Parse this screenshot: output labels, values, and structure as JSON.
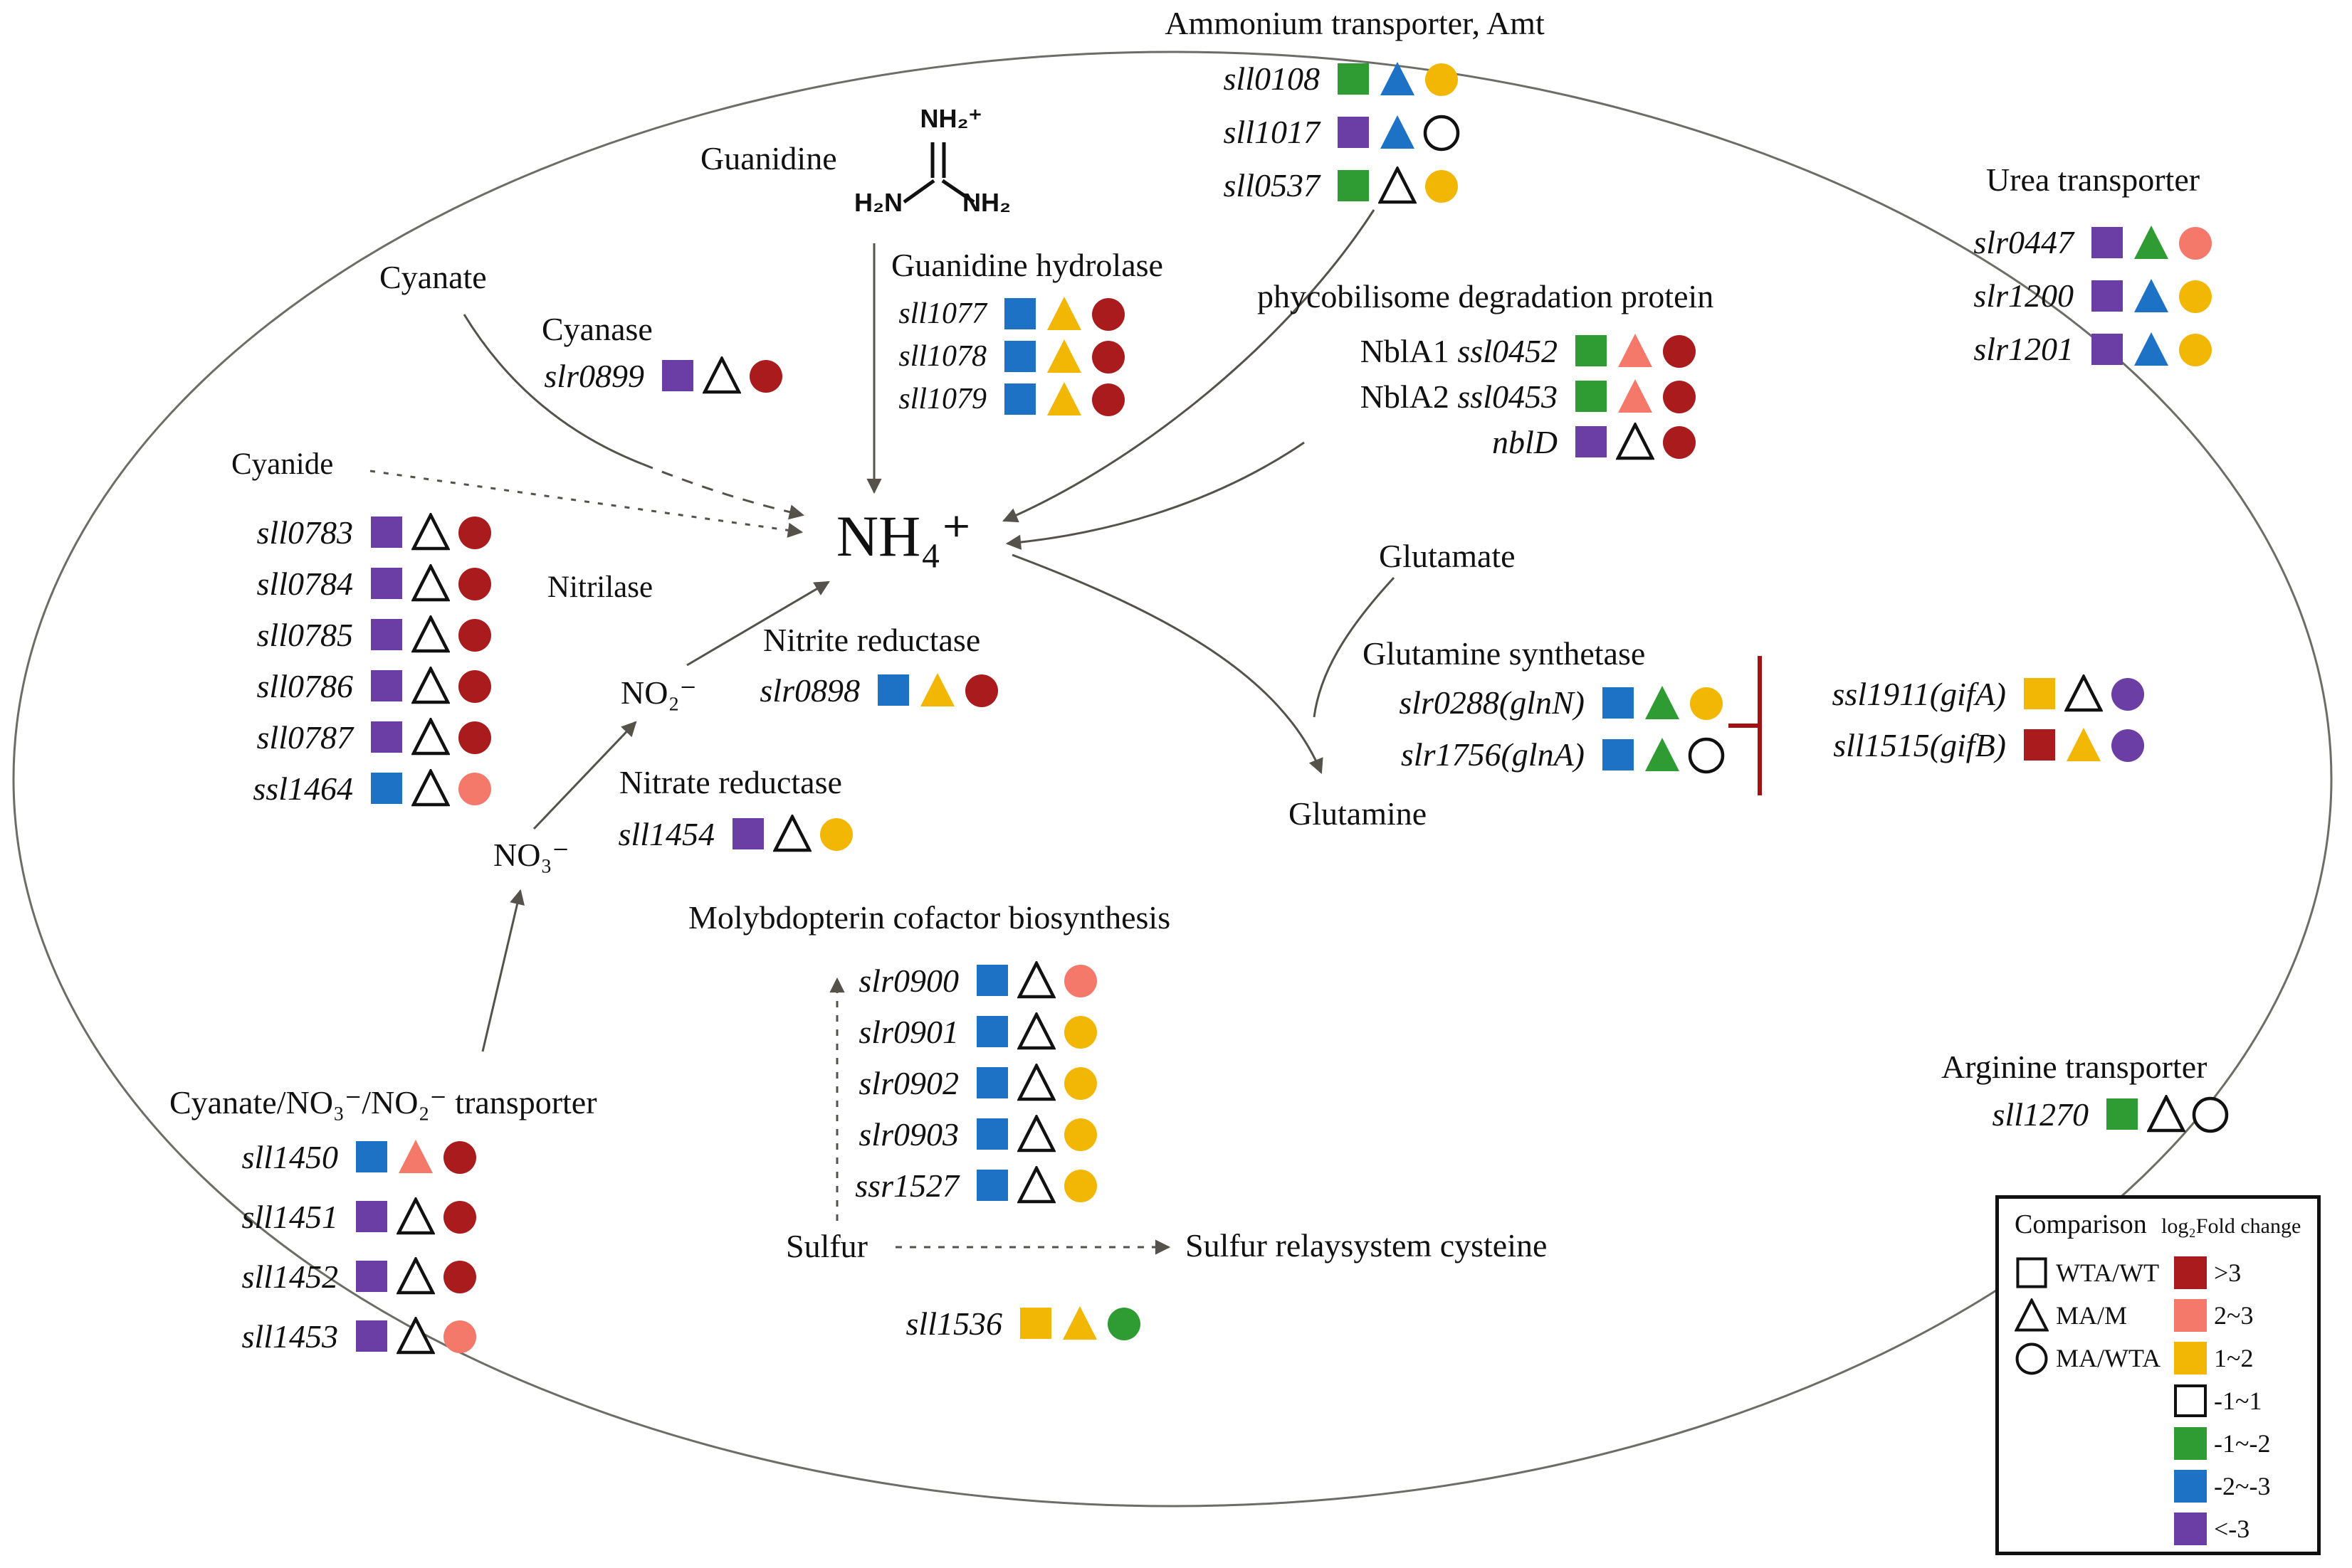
{
  "figure_title": "Nitrogen assimilation pathway map",
  "colors": {
    "red": "#A91B1C",
    "salmon": "#F4796B",
    "yellow": "#F2B705",
    "green": "#2E9B33",
    "blue": "#1D72C6",
    "purple": "#6B3EA5",
    "white": "#FFFFFF",
    "outline": "#111111",
    "arrow": "#55524C",
    "bracket": "#A21215"
  },
  "nh4_label": "NH₄⁺",
  "labels": {
    "guanidine": "Guanidine",
    "cyanate": "Cyanate",
    "cyanide": "Cyanide",
    "nitrilase": "Nitrilase",
    "no2": "NO₂⁻",
    "no3": "NO₃⁻",
    "glutamate": "Glutamate",
    "glutamine": "Glutamine",
    "sulfur": "Sulfur",
    "sulfur_relay": "Sulfur relaysystem cysteine",
    "chem": {
      "top": "NH₂⁺",
      "left": "H₂N",
      "right": "NH₂"
    }
  },
  "groups": {
    "amt": {
      "title": "Ammonium transporter, Amt",
      "rows": [
        {
          "gene": "sll0108",
          "s": "green",
          "t": "blue",
          "c": "yellow"
        },
        {
          "gene": "sll1017",
          "s": "purple",
          "t": "blue",
          "c": "white"
        },
        {
          "gene": "sll0537",
          "s": "green",
          "t": "white",
          "c": "yellow"
        }
      ]
    },
    "urea": {
      "title": "Urea transporter",
      "rows": [
        {
          "gene": "slr0447",
          "s": "purple",
          "t": "green",
          "c": "salmon"
        },
        {
          "gene": "slr1200",
          "s": "purple",
          "t": "blue",
          "c": "yellow"
        },
        {
          "gene": "slr1201",
          "s": "purple",
          "t": "blue",
          "c": "yellow"
        }
      ]
    },
    "guanidine_hydrolase": {
      "title": "Guanidine hydrolase",
      "rows": [
        {
          "gene": "sll1077",
          "s": "blue",
          "t": "yellow",
          "c": "red"
        },
        {
          "gene": "sll1078",
          "s": "blue",
          "t": "yellow",
          "c": "red"
        },
        {
          "gene": "sll1079",
          "s": "blue",
          "t": "yellow",
          "c": "red"
        }
      ]
    },
    "cyanase": {
      "title": "Cyanase",
      "rows": [
        {
          "gene": "slr0899",
          "s": "purple",
          "t": "white",
          "c": "red"
        }
      ]
    },
    "phyco": {
      "title": "phycobilisome degradation protein",
      "rows": [
        {
          "prefix": "NblA1 ",
          "gene": "ssl0452",
          "s": "green",
          "t": "salmon",
          "c": "red"
        },
        {
          "prefix": "NblA2 ",
          "gene": "ssl0453",
          "s": "green",
          "t": "salmon",
          "c": "red"
        },
        {
          "gene": "nblD",
          "s": "purple",
          "t": "white",
          "c": "red"
        }
      ]
    },
    "nitrilase": {
      "title": "",
      "rows": [
        {
          "gene": "sll0783",
          "s": "purple",
          "t": "white",
          "c": "red"
        },
        {
          "gene": "sll0784",
          "s": "purple",
          "t": "white",
          "c": "red"
        },
        {
          "gene": "sll0785",
          "s": "purple",
          "t": "white",
          "c": "red"
        },
        {
          "gene": "sll0786",
          "s": "purple",
          "t": "white",
          "c": "red"
        },
        {
          "gene": "sll0787",
          "s": "purple",
          "t": "white",
          "c": "red"
        },
        {
          "gene": "ssl1464",
          "s": "blue",
          "t": "white",
          "c": "salmon"
        }
      ]
    },
    "nitrite_reductase": {
      "title": "Nitrite reductase",
      "rows": [
        {
          "gene": "slr0898",
          "s": "blue",
          "t": "yellow",
          "c": "red"
        }
      ]
    },
    "nitrate_reductase": {
      "title": "Nitrate reductase",
      "rows": [
        {
          "gene": "sll1454",
          "s": "purple",
          "t": "white",
          "c": "yellow"
        }
      ]
    },
    "gln_synthetase": {
      "title": "Glutamine synthetase",
      "rows": [
        {
          "gene": "slr0288(glnN)",
          "s": "blue",
          "t": "green",
          "c": "yellow"
        },
        {
          "gene": "slr1756(glnA)",
          "s": "blue",
          "t": "green",
          "c": "white"
        }
      ]
    },
    "gif": {
      "title": "",
      "rows": [
        {
          "gene": "ssl1911(gifA)",
          "s": "yellow",
          "t": "white",
          "c": "purple"
        },
        {
          "gene": "sll1515(gifB)",
          "s": "red",
          "t": "yellow",
          "c": "purple"
        }
      ]
    },
    "molyb": {
      "title": "Molybdopterin cofactor biosynthesis",
      "rows": [
        {
          "gene": "slr0900",
          "s": "blue",
          "t": "white",
          "c": "salmon"
        },
        {
          "gene": "slr0901",
          "s": "blue",
          "t": "white",
          "c": "yellow"
        },
        {
          "gene": "slr0902",
          "s": "blue",
          "t": "white",
          "c": "yellow"
        },
        {
          "gene": "slr0903",
          "s": "blue",
          "t": "white",
          "c": "yellow"
        },
        {
          "gene": "ssr1527",
          "s": "blue",
          "t": "white",
          "c": "yellow"
        }
      ]
    },
    "sulfur_gene": {
      "title": "",
      "rows": [
        {
          "gene": "sll1536",
          "s": "yellow",
          "t": "yellow",
          "c": "green"
        }
      ]
    },
    "cyn_transporter": {
      "title": "Cyanate/NO₃⁻/NO₂⁻ transporter",
      "rows": [
        {
          "gene": "sll1450",
          "s": "blue",
          "t": "salmon",
          "c": "red"
        },
        {
          "gene": "sll1451",
          "s": "purple",
          "t": "white",
          "c": "red"
        },
        {
          "gene": "sll1452",
          "s": "purple",
          "t": "white",
          "c": "red"
        },
        {
          "gene": "sll1453",
          "s": "purple",
          "t": "white",
          "c": "salmon"
        }
      ]
    },
    "arg_transporter": {
      "title": "Arginine transporter",
      "rows": [
        {
          "gene": "sll1270",
          "s": "green",
          "t": "white",
          "c": "white"
        }
      ]
    }
  },
  "legend": {
    "comparison_title": "Comparison",
    "fold_title": "log₂Fold change",
    "comparisons": [
      {
        "shape": "square",
        "label": "WTA/WT"
      },
      {
        "shape": "triangle",
        "label": "MA/M"
      },
      {
        "shape": "circle",
        "label": "MA/WTA"
      }
    ],
    "fold_levels": [
      {
        "label": ">3",
        "color": "red"
      },
      {
        "label": "2~3",
        "color": "salmon"
      },
      {
        "label": "1~2",
        "color": "yellow"
      },
      {
        "label": "-1~1",
        "color": "white"
      },
      {
        "label": "-1~-2",
        "color": "green"
      },
      {
        "label": "-2~-3",
        "color": "blue"
      },
      {
        "label": "<-3",
        "color": "purple"
      }
    ]
  }
}
